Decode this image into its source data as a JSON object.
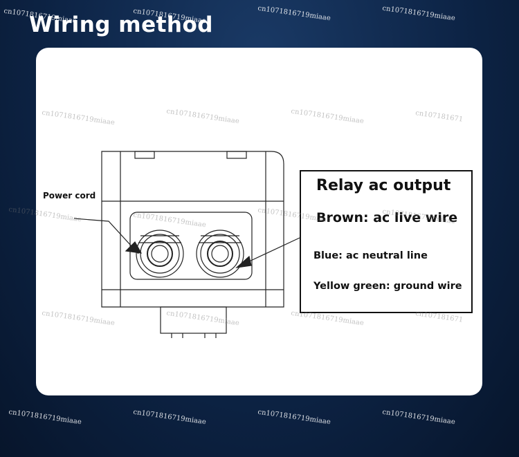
{
  "title": "Wiring method",
  "labels": {
    "power_cord": "Power cord"
  },
  "legend": {
    "heading": "Relay ac output",
    "brown": "Brown: ac live wire",
    "blue": "Blue: ac neutral line",
    "yellow_green": "Yellow green: ground wire"
  },
  "watermark": "cn1071816719miaae",
  "watermark_partial": "cn107181671"
}
